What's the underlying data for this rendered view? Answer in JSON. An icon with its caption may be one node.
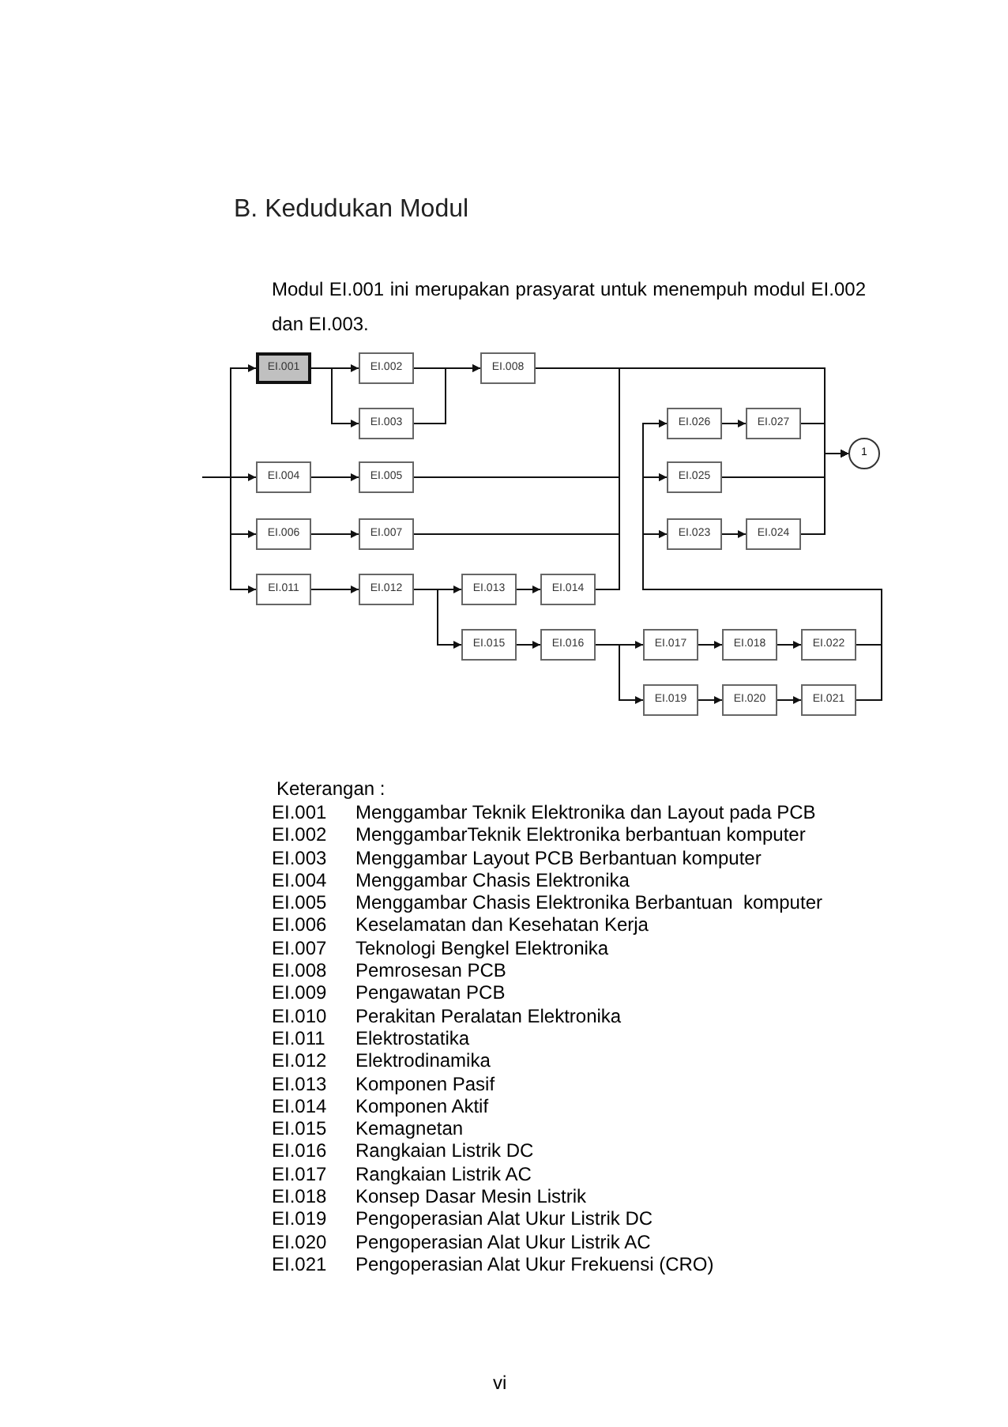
{
  "diagram": {
    "title": "B. Kedudukan Modul",
    "nodes": [
      {
        "text": [
          "EI.001"
        ]
      },
      {
        "text": [
          "EI.002"
        ]
      },
      {
        "text": [
          "EI.003"
        ]
      },
      {
        "text": [
          "EI.008"
        ]
      },
      {
        "text": [
          "EI.004"
        ]
      },
      {
        "text": [
          "EI.005"
        ]
      },
      {
        "text": [
          "EI.006"
        ]
      },
      {
        "text": [
          "EI.007"
        ]
      },
      {
        "text": [
          "EI.011"
        ]
      },
      {
        "text": [
          "EI.012"
        ]
      },
      {
        "text": [
          "EI.013"
        ]
      },
      {
        "text": [
          "EI.014"
        ]
      },
      {
        "text": [
          "EI.015"
        ]
      },
      {
        "text": [
          "EI.016"
        ]
      },
      {
        "text": [
          "EI.017"
        ]
      },
      {
        "text": [
          "EI.018"
        ]
      },
      {
        "text": [
          "EI.022"
        ]
      },
      {
        "text": [
          "EI.019"
        ]
      },
      {
        "text": [
          "EI.020"
        ]
      },
      {
        "text": [
          "EI.021"
        ]
      },
      {
        "text": [
          "EI.026"
        ]
      },
      {
        "text": [
          "EI.027"
        ]
      },
      {
        "text": [
          "EI.025"
        ]
      },
      {
        "text": [
          "EI.023"
        ]
      },
      {
        "text": [
          "EI.024"
        ]
      },
      {
        "text": [
          "1"
        ]
      }
    ],
    "edges": [
      {
        "from": null,
        "to": 0,
        "arrow": "to"
      },
      {
        "from": null,
        "to": 4,
        "arrow": "to"
      },
      {
        "from": null,
        "to": 6,
        "arrow": "to"
      },
      {
        "from": null,
        "to": 8,
        "arrow": "to"
      },
      {
        "from": 0,
        "to": 1,
        "arrow": "to"
      },
      {
        "from": 0,
        "to": 2,
        "arrow": "to"
      },
      {
        "from": 1,
        "to": 3,
        "arrow": "to"
      },
      {
        "from": 2,
        "to": 3,
        "arrow": "to"
      },
      {
        "from": 3,
        "to": 25,
        "arrow": "to"
      },
      {
        "from": 5,
        "to": 25,
        "arrow": "to"
      },
      {
        "from": 7,
        "to": 25,
        "arrow": "to"
      },
      {
        "from": 11,
        "to": 25,
        "arrow": "to"
      },
      {
        "from": 4,
        "to": 5,
        "arrow": "to"
      },
      {
        "from": 6,
        "to": 7,
        "arrow": "to"
      },
      {
        "from": 8,
        "to": 9,
        "arrow": "to"
      },
      {
        "from": 9,
        "to": 10,
        "arrow": "to"
      },
      {
        "from": 10,
        "to": 11,
        "arrow": "to"
      },
      {
        "from": 9,
        "to": 12,
        "arrow": "to"
      },
      {
        "from": 12,
        "to": 13,
        "arrow": "to"
      },
      {
        "from": 13,
        "to": 14,
        "arrow": "to"
      },
      {
        "from": 13,
        "to": 17,
        "arrow": "to"
      },
      {
        "from": 14,
        "to": 15,
        "arrow": "to"
      },
      {
        "from": 15,
        "to": 16,
        "arrow": "to"
      },
      {
        "from": 17,
        "to": 18,
        "arrow": "to"
      },
      {
        "from": 18,
        "to": 19,
        "arrow": "to"
      },
      {
        "from": 16,
        "to": 20,
        "arrow": "to"
      },
      {
        "from": 16,
        "to": 22,
        "arrow": "to"
      },
      {
        "from": 16,
        "to": 23,
        "arrow": "to"
      },
      {
        "from": 19,
        "to": 20,
        "arrow": "to"
      },
      {
        "from": 19,
        "to": 22,
        "arrow": "to"
      },
      {
        "from": 19,
        "to": 23,
        "arrow": "to"
      },
      {
        "from": 20,
        "to": 21,
        "arrow": "to"
      },
      {
        "from": 23,
        "to": 24,
        "arrow": "to"
      },
      {
        "from": 21,
        "to": 25,
        "arrow": "to"
      },
      {
        "from": 22,
        "to": 25,
        "arrow": "to"
      },
      {
        "from": 24,
        "to": 25,
        "arrow": "to"
      }
    ],
    "labels": [
      "Modul EI.001 ini merupakan prasyarat untuk menempuh modul EI.002 dan EI.003.",
      "Keterangan :",
      "EI.001",
      "Menggambar Teknik Elektronika dan Layout pada PCB",
      "EI.002",
      "MenggambarTeknik Elektronika berbantuan komputer",
      "EI.003",
      "Menggambar Layout PCB Berbantuan komputer",
      "EI.004",
      "Menggambar Chasis Elektronika",
      "EI.005",
      "Menggambar Chasis Elektronika Berbantuan  komputer",
      "EI.006",
      "Keselamatan dan Kesehatan Kerja",
      "EI.007",
      "Teknologi Bengkel Elektronika",
      "EI.008",
      "Pemrosesan PCB",
      "EI.009",
      "Pengawatan PCB",
      "EI.010",
      "Perakitan Peralatan Elektronika",
      "EI.011",
      "Elektrostatika",
      "EI.012",
      "Elektrodinamika",
      "EI.013",
      "Komponen Pasif",
      "EI.014",
      "Komponen Aktif",
      "EI.015",
      "Kemagnetan",
      "EI.016",
      "Rangkaian Listrik DC",
      "EI.017",
      "Rangkaian Listrik AC",
      "EI.018",
      "Konsep Dasar Mesin Listrik",
      "EI.019",
      "Pengoperasian Alat Ukur Listrik DC",
      "EI.020",
      "Pengoperasian Alat Ukur Listrik AC",
      "EI.021",
      "Pengoperasian Alat Ukur Frekuensi (CRO)",
      "vi"
    ]
  }
}
